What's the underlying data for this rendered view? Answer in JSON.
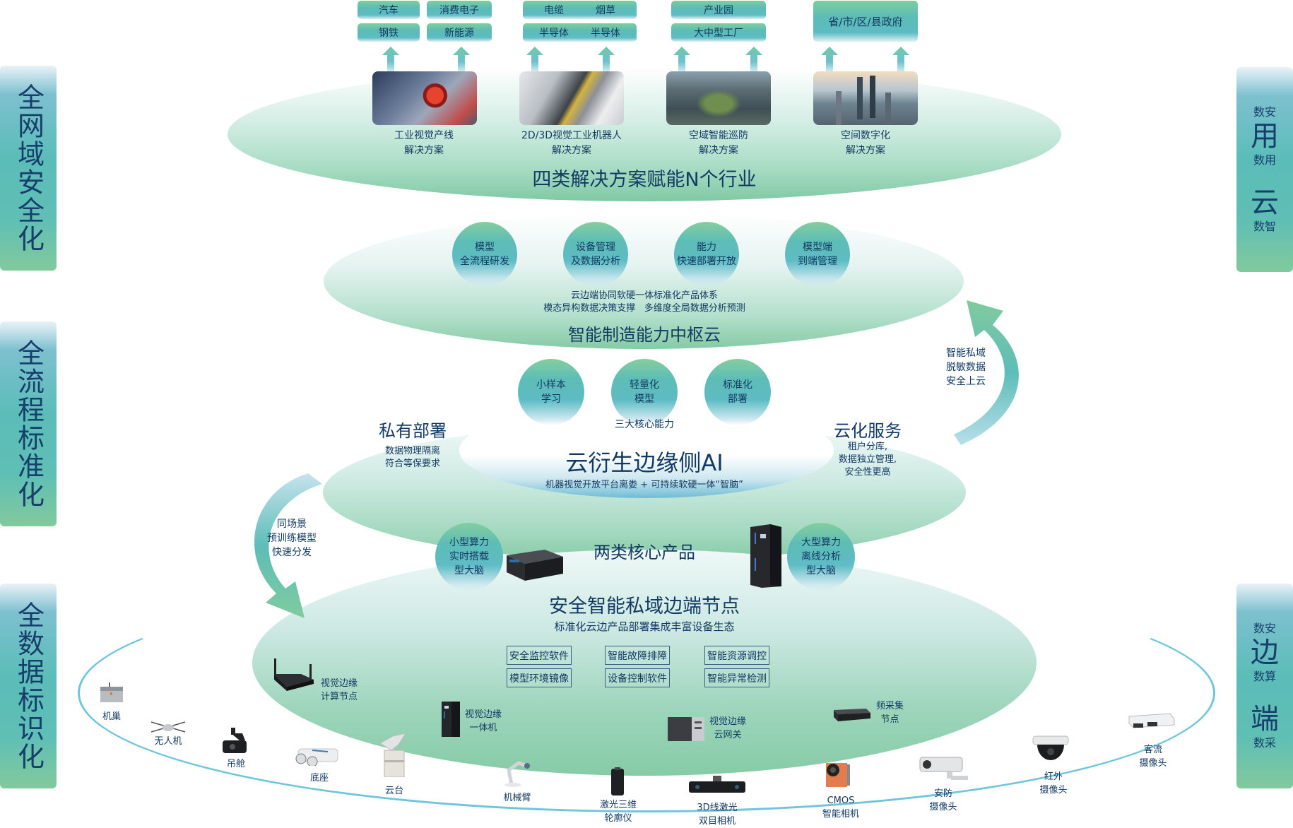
{
  "pillars_left": [
    {
      "label": "全网域安全化"
    },
    {
      "label": "全流程标准化"
    },
    {
      "label": "全数据标识化"
    }
  ],
  "pillars_right": [
    {
      "groups": [
        {
          "top": "数安",
          "big": "用",
          "bottom": "数用"
        },
        {
          "top": "",
          "big": "云",
          "bottom": "数智"
        }
      ]
    },
    {
      "groups": [
        {
          "top": "数安",
          "big": "边",
          "bottom": "数算"
        },
        {
          "top": "",
          "big": "端",
          "bottom": "数采"
        }
      ]
    }
  ],
  "industries": {
    "group1": [
      "汽车",
      "消费电子",
      "钢铁",
      "新能源"
    ],
    "group2": [
      "电缆",
      "烟草",
      "半导体",
      "半导体"
    ],
    "group3": [
      "产业园",
      "大中型工厂"
    ],
    "group4": [
      "省/市/区/县政府"
    ]
  },
  "solutions": [
    {
      "line1": "工业视觉产线",
      "line2": "解决方案"
    },
    {
      "line1": "2D/3D视觉工业机器人",
      "line2": "解决方案"
    },
    {
      "line1": "空域智能巡防",
      "line2": "解决方案"
    },
    {
      "line1": "空间数字化",
      "line2": "解决方案"
    }
  ],
  "layer1_title": "四类解决方案赋能N个行业",
  "cloud_capabilities": [
    {
      "line1": "模型",
      "line2": "全流程研发"
    },
    {
      "line1": "设备管理",
      "line2": "及数据分析"
    },
    {
      "line1": "能力",
      "line2": "快速部署开放"
    },
    {
      "line1": "模型端",
      "line2": "到端管理"
    }
  ],
  "layer2_desc1": "云边端协同软硬一体标准化产品体系",
  "layer2_desc2": "模态异构数据决策支撑   多维度全局数据分析预测",
  "layer2_title": "智能制造能力中枢云",
  "core_abilities": [
    {
      "line1": "小样本",
      "line2": "学习"
    },
    {
      "line1": "轻量化",
      "line2": "模型"
    },
    {
      "line1": "标准化",
      "line2": "部署"
    }
  ],
  "core_abilities_label": "三大核心能力",
  "private_deploy": {
    "title": "私有部署",
    "line1": "数据物理隔离",
    "line2": "符合等保要求"
  },
  "cloud_service": {
    "title": "云化服务",
    "line1": "租户分库,",
    "line2": "数据独立管理,",
    "line3": "安全性更高"
  },
  "edge_ai": {
    "title": "云衍生边缘侧AI",
    "subtitle": "机器视觉开放平台离娄 + 可持续软硬一体“智脑”"
  },
  "arrow_up_label": [
    "智能私域",
    "脱敏数据",
    "安全上云"
  ],
  "arrow_down_label": [
    "同场景",
    "预训练模型",
    "快速分发"
  ],
  "products": {
    "title": "两类核心产品",
    "small": [
      "小型算力",
      "实时搭载",
      "型大脑"
    ],
    "large": [
      "大型算力",
      "离线分析",
      "型大脑"
    ]
  },
  "edge_node": {
    "title": "安全智能私域边端节点",
    "subtitle": "标准化云边产品部署集成丰富设备生态",
    "software": [
      "安全监控软件",
      "智能故障排障",
      "智能资源调控",
      "模型环境镜像",
      "设备控制软件",
      "智能异常检测"
    ]
  },
  "edge_devices": [
    {
      "line1": "视觉边缘",
      "line2": "计算节点",
      "icon": "router-icon"
    },
    {
      "line1": "视觉边缘",
      "line2": "一体机",
      "icon": "server-tower-icon"
    },
    {
      "line1": "视觉边缘",
      "line2": "云网关",
      "icon": "gateway-box-icon"
    },
    {
      "line1": "频采集",
      "line2": "节点",
      "icon": "collector-box-icon"
    }
  ],
  "terminal_devices": [
    {
      "line1": "机巢",
      "line2": "",
      "icon": "drone-nest-icon"
    },
    {
      "line1": "无人机",
      "line2": "",
      "icon": "drone-icon"
    },
    {
      "line1": "吊舱",
      "line2": "",
      "icon": "gimbal-pod-icon"
    },
    {
      "line1": "底座",
      "line2": "",
      "icon": "robot-base-icon"
    },
    {
      "line1": "云台",
      "line2": "",
      "icon": "pan-tilt-icon"
    },
    {
      "line1": "机械臂",
      "line2": "",
      "icon": "robot-arm-icon"
    },
    {
      "line1": "激光三维",
      "line2": "轮廓仪",
      "icon": "laser-profiler-icon"
    },
    {
      "line1": "3D线激光",
      "line2": "双目相机",
      "icon": "stereo-camera-icon"
    },
    {
      "line1": "CMOS",
      "line2": "智能相机",
      "icon": "smart-camera-icon"
    },
    {
      "line1": "安防",
      "line2": "摄像头",
      "icon": "bullet-camera-icon"
    },
    {
      "line1": "红外",
      "line2": "摄像头",
      "icon": "dome-camera-icon"
    },
    {
      "line1": "客流",
      "line2": "摄像头",
      "icon": "people-counter-camera-icon"
    }
  ],
  "colors": {
    "text_primary": "#123a63",
    "teal": "#5dbdb6",
    "green": "#82c99d",
    "ring_blue": "#6fc6dc"
  }
}
